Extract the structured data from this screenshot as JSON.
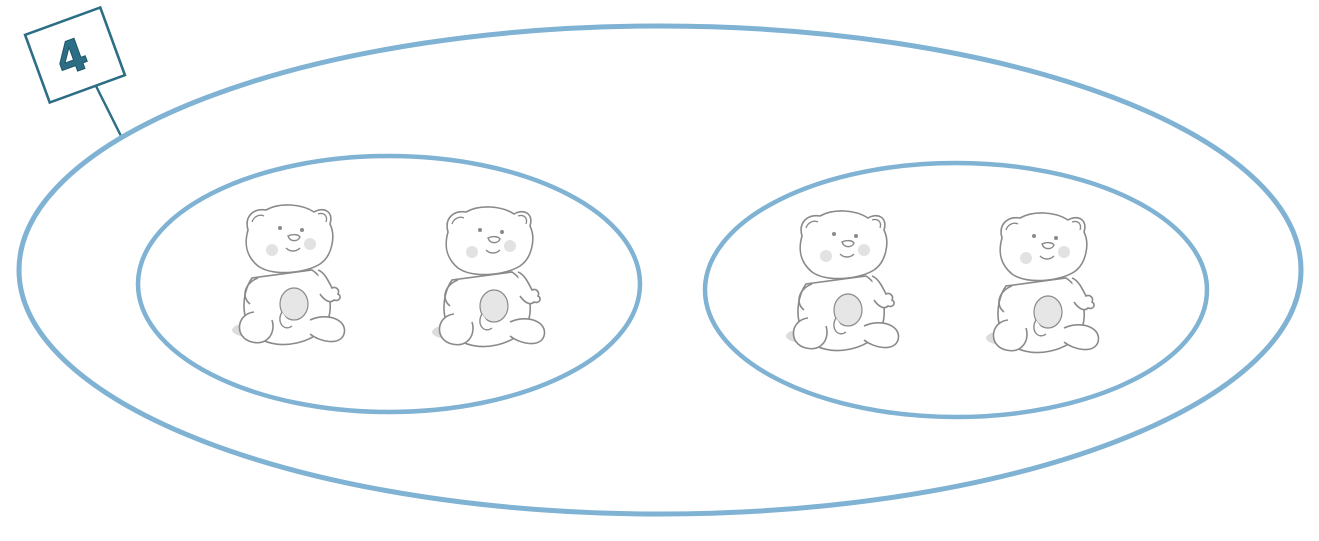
{
  "sign": {
    "label": "4"
  },
  "groups": [
    {
      "bears": 2
    },
    {
      "bears": 2
    }
  ],
  "colors": {
    "ellipse_stroke": "#7fb2d3",
    "sign_stroke": "#2c6e85",
    "sign_text": "#2c6e85",
    "bear_line": "#8a8a8a",
    "bear_shade": "#d9d9d9"
  }
}
